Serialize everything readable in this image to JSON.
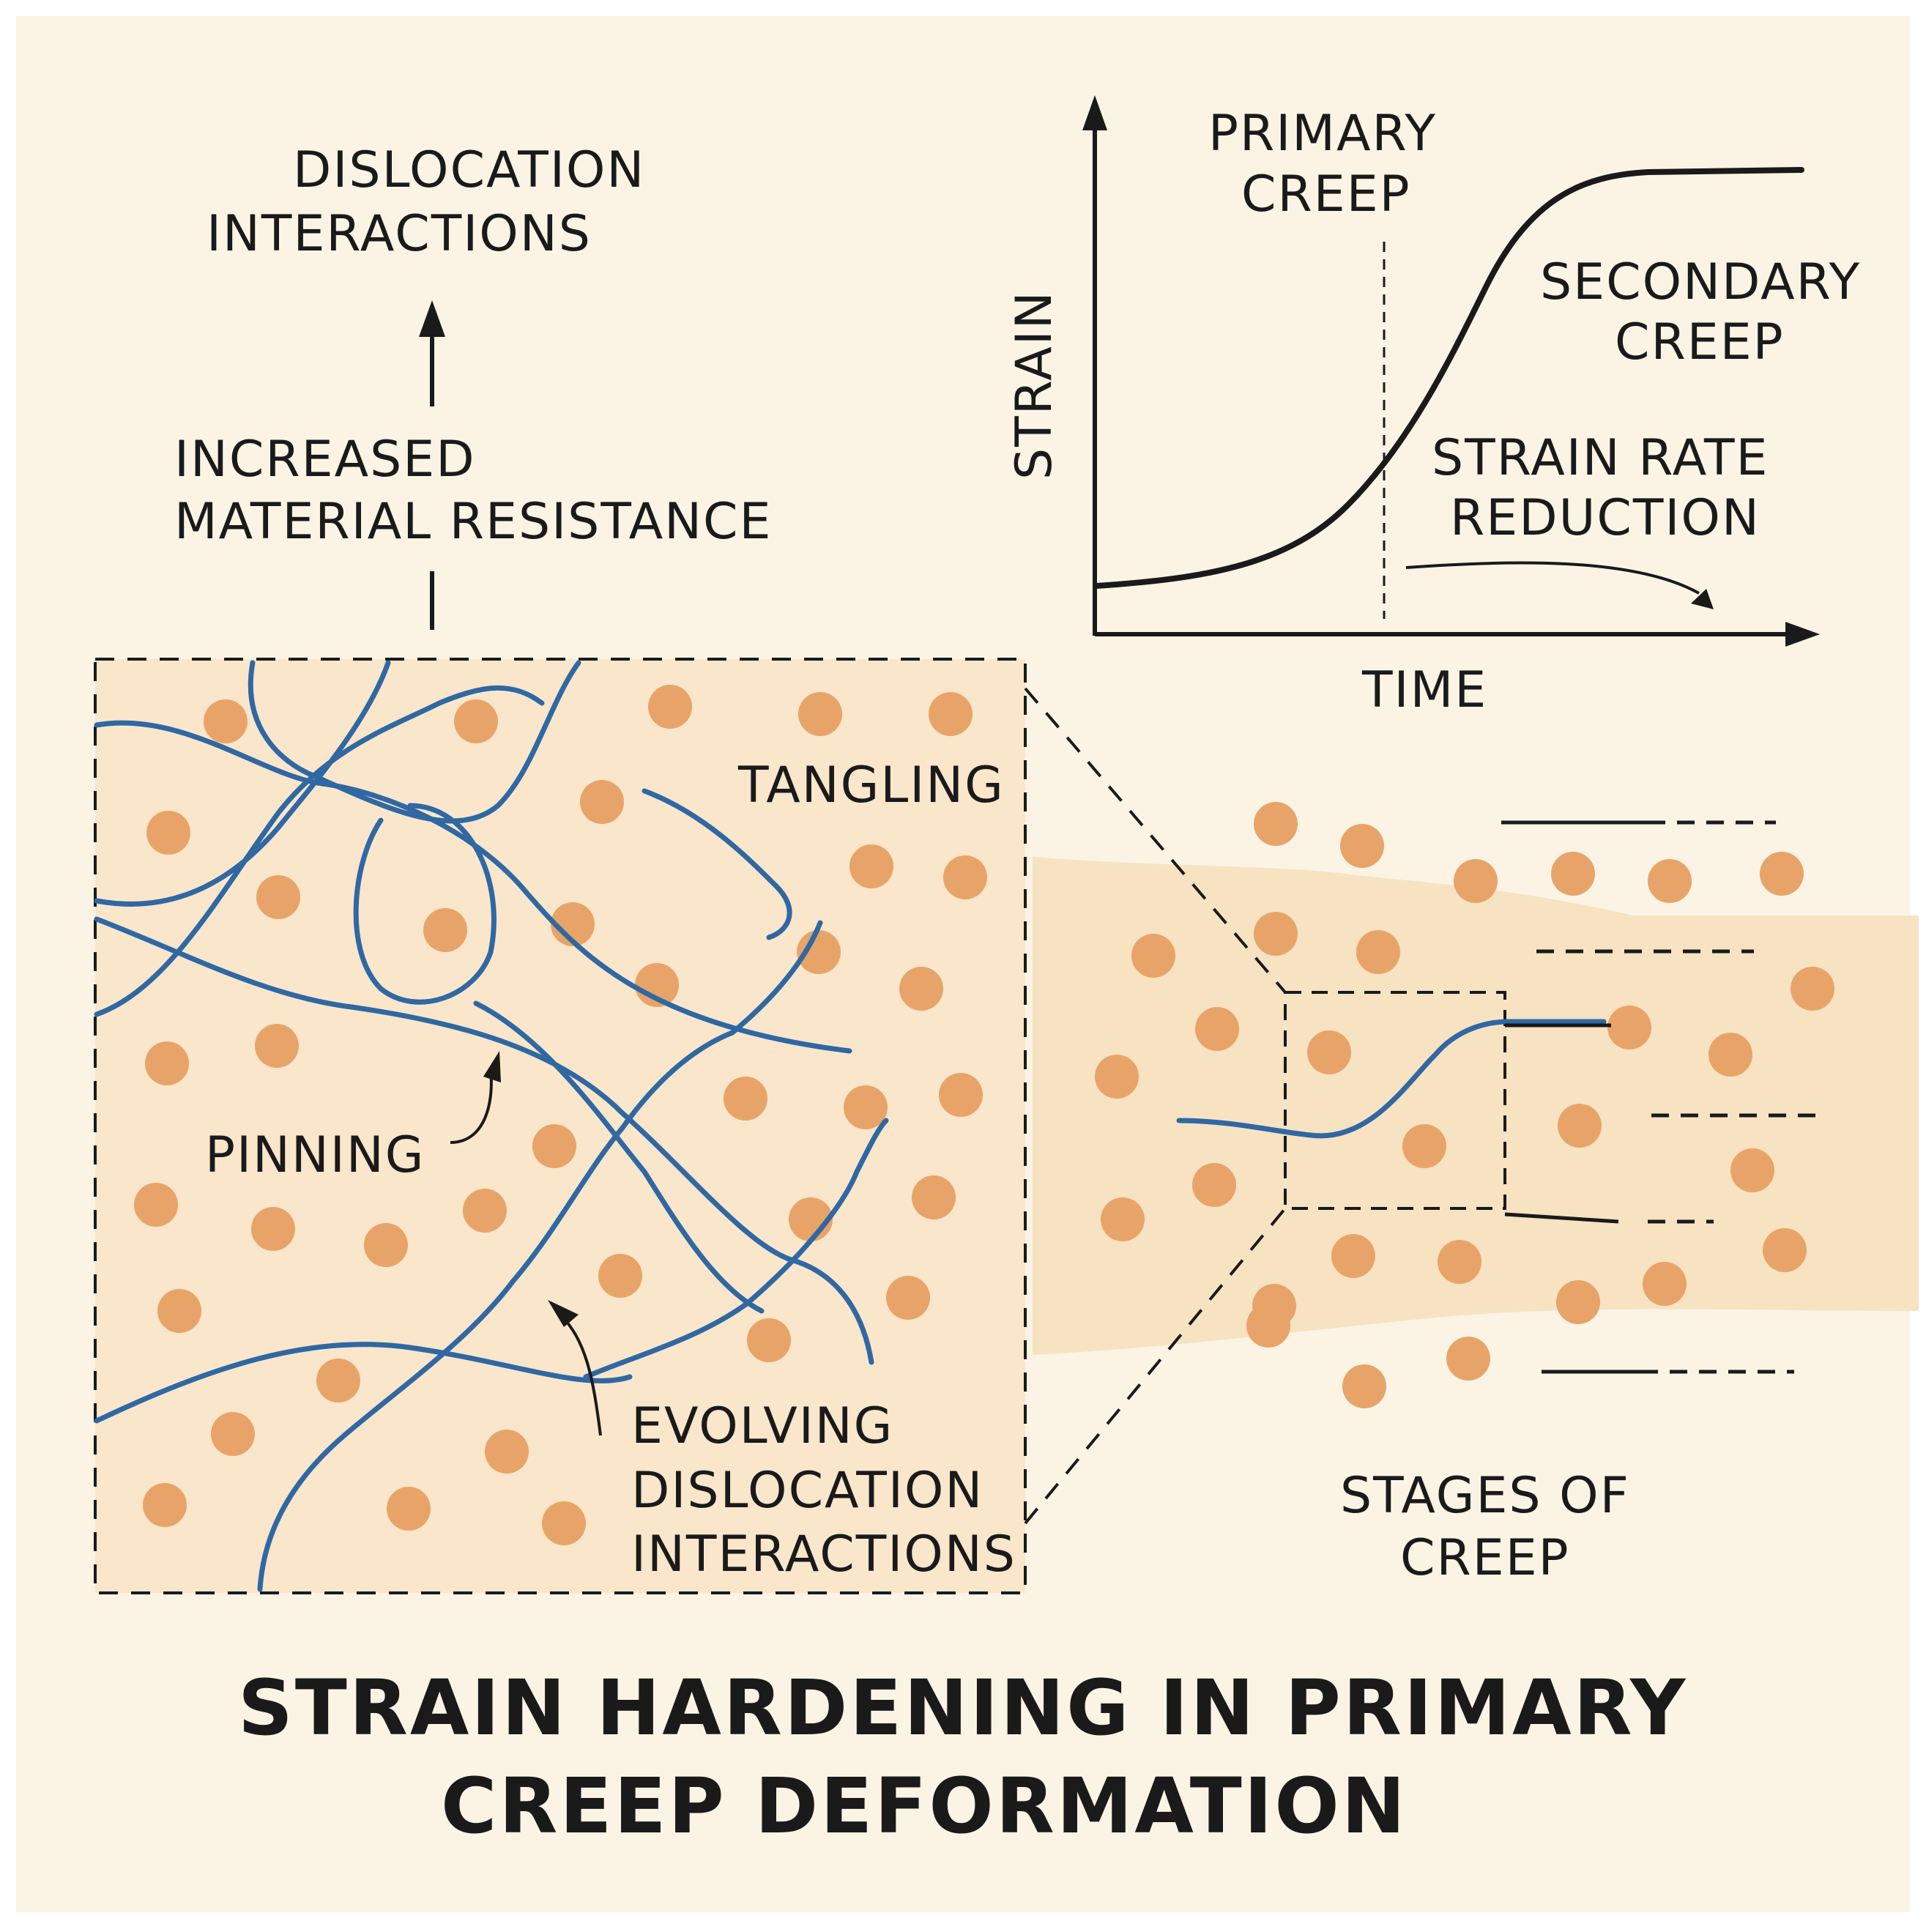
{
  "title": [
    "STRAIN HARDENING IN PRIMARY",
    "CREEP DEFORMATION"
  ],
  "top_left": {
    "heading": [
      "DISLOCATION",
      "INTERACTIONS"
    ],
    "resistance": [
      "INCREASED",
      "MATERIAL RESISTANCE"
    ]
  },
  "inset_labels": {
    "tangling": "TANGLING",
    "pinning": "PINNING",
    "evolving": [
      "EVOLVING",
      "DISLOCATION",
      "INTERACTIONS"
    ]
  },
  "graph": {
    "y_axis": "STRAIN",
    "x_axis": "TIME",
    "primary": [
      "PRIMARY",
      "CREEP"
    ],
    "secondary": [
      "SECONDARY",
      "CREEP"
    ],
    "rate": [
      "STRAIN RATE",
      "REDUCTION"
    ]
  },
  "stages": [
    "STAGES OF",
    "CREEP"
  ],
  "colors": {
    "background": "#fbf4e4",
    "band": "#f7e2c2",
    "inset_fill": "#f9e6cb",
    "precipitate": "#e8a468",
    "dislocation": "#2f68a3",
    "ink": "#1a1a1a"
  }
}
